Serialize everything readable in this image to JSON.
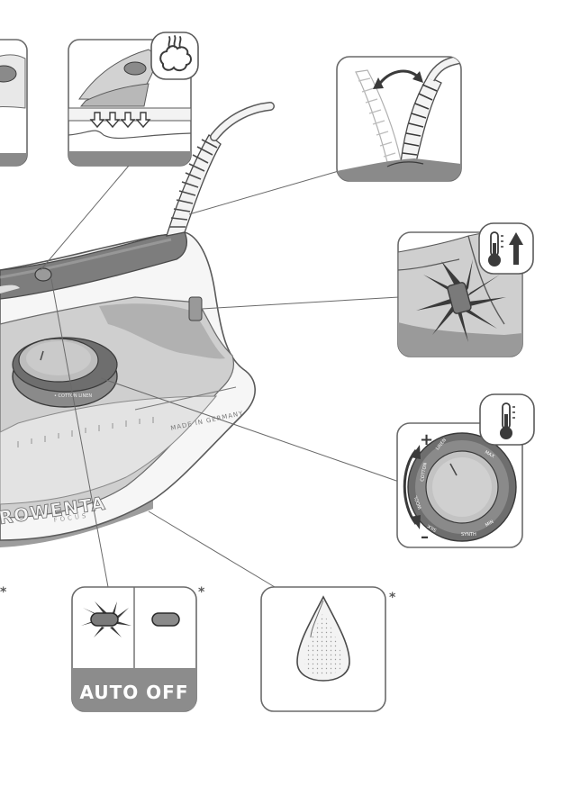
{
  "brand": "ROWENTA",
  "model": "FOCUS",
  "sole_text": "MADE IN GERMANY",
  "auto_off_label": "AUTO OFF",
  "asterisk": "*",
  "dial": {
    "plus": "+",
    "minus": "–",
    "settings": [
      "MIN",
      "•",
      "••",
      "•••",
      "MAX",
      "SYNTH",
      "SILK",
      "WOOL",
      "COTTON",
      "LINEN"
    ]
  },
  "icons": [
    "steam-burst-icon",
    "thermometer-up-icon",
    "thermometer-icon",
    "rotate-arrow-icon"
  ],
  "colors": {
    "body_light": "#f1f1f1",
    "panel_mid": "#c9c9c9",
    "panel_dark": "#8a8a8a",
    "handle_dark": "#7d7d7d",
    "outline": "#5a5a5a",
    "auto_off_bar": "#8c8c8c"
  }
}
